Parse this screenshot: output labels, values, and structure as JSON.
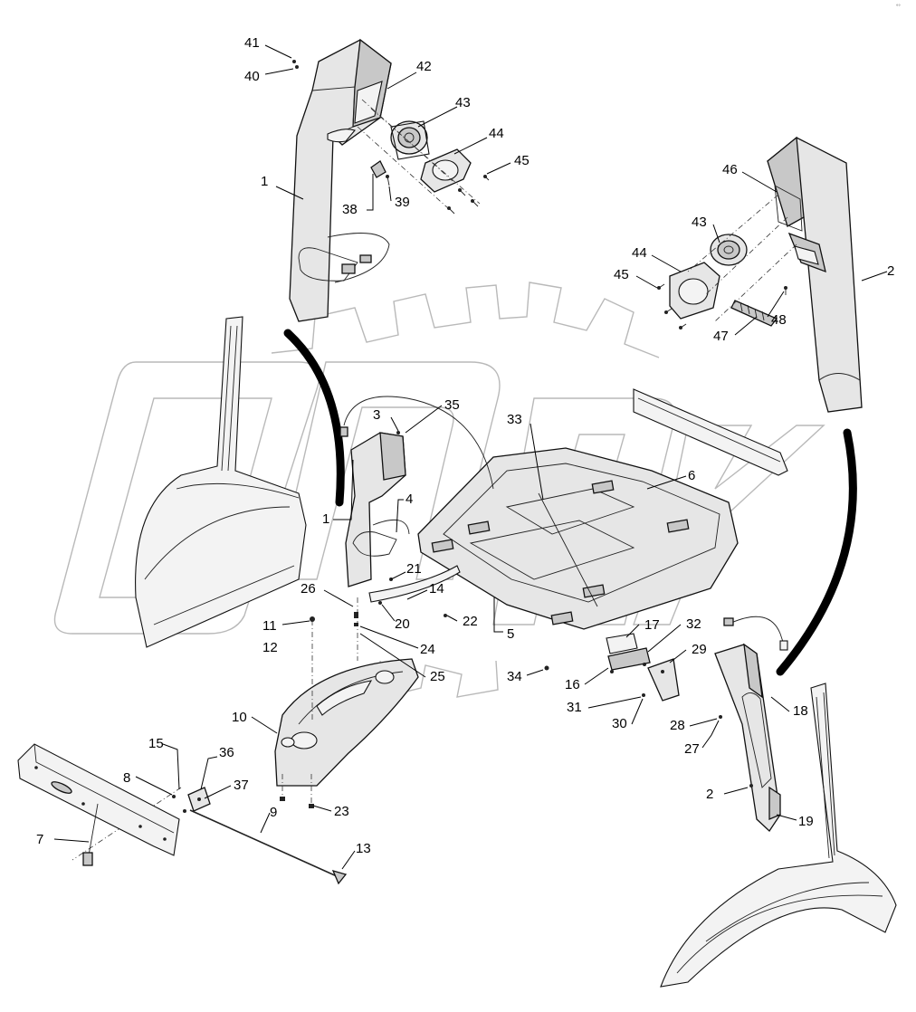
{
  "corner_mark": "°°",
  "callouts": [
    {
      "id": "c41",
      "label": "41"
    },
    {
      "id": "c40",
      "label": "40"
    },
    {
      "id": "c42",
      "label": "42"
    },
    {
      "id": "c43a",
      "label": "43"
    },
    {
      "id": "c44a",
      "label": "44"
    },
    {
      "id": "c45a",
      "label": "45"
    },
    {
      "id": "c1a",
      "label": "1"
    },
    {
      "id": "c38",
      "label": "38"
    },
    {
      "id": "c39",
      "label": "39"
    },
    {
      "id": "c46",
      "label": "46"
    },
    {
      "id": "c43b",
      "label": "43"
    },
    {
      "id": "c44b",
      "label": "44"
    },
    {
      "id": "c45b",
      "label": "45"
    },
    {
      "id": "c2a",
      "label": "2"
    },
    {
      "id": "c48",
      "label": "48"
    },
    {
      "id": "c47",
      "label": "47"
    },
    {
      "id": "c35",
      "label": "35"
    },
    {
      "id": "c3",
      "label": "3"
    },
    {
      "id": "c33",
      "label": "33"
    },
    {
      "id": "c6",
      "label": "6"
    },
    {
      "id": "c1b",
      "label": "1"
    },
    {
      "id": "c4",
      "label": "4"
    },
    {
      "id": "c21",
      "label": "21"
    },
    {
      "id": "c14",
      "label": "14"
    },
    {
      "id": "c26",
      "label": "26"
    },
    {
      "id": "c20",
      "label": "20"
    },
    {
      "id": "c22",
      "label": "22"
    },
    {
      "id": "c5",
      "label": "5"
    },
    {
      "id": "c11",
      "label": "11"
    },
    {
      "id": "c12",
      "label": "12"
    },
    {
      "id": "c24",
      "label": "24"
    },
    {
      "id": "c25",
      "label": "25"
    },
    {
      "id": "c17",
      "label": "17"
    },
    {
      "id": "c32",
      "label": "32"
    },
    {
      "id": "c29",
      "label": "29"
    },
    {
      "id": "c34",
      "label": "34"
    },
    {
      "id": "c16",
      "label": "16"
    },
    {
      "id": "c31",
      "label": "31"
    },
    {
      "id": "c30",
      "label": "30"
    },
    {
      "id": "c18",
      "label": "18"
    },
    {
      "id": "c28",
      "label": "28"
    },
    {
      "id": "c27",
      "label": "27"
    },
    {
      "id": "c10",
      "label": "10"
    },
    {
      "id": "c15",
      "label": "15"
    },
    {
      "id": "c36",
      "label": "36"
    },
    {
      "id": "c8",
      "label": "8"
    },
    {
      "id": "c37",
      "label": "37"
    },
    {
      "id": "c9",
      "label": "9"
    },
    {
      "id": "c23",
      "label": "23"
    },
    {
      "id": "c2b",
      "label": "2"
    },
    {
      "id": "c19",
      "label": "19"
    },
    {
      "id": "c7",
      "label": "7"
    },
    {
      "id": "c13",
      "label": "13"
    }
  ]
}
